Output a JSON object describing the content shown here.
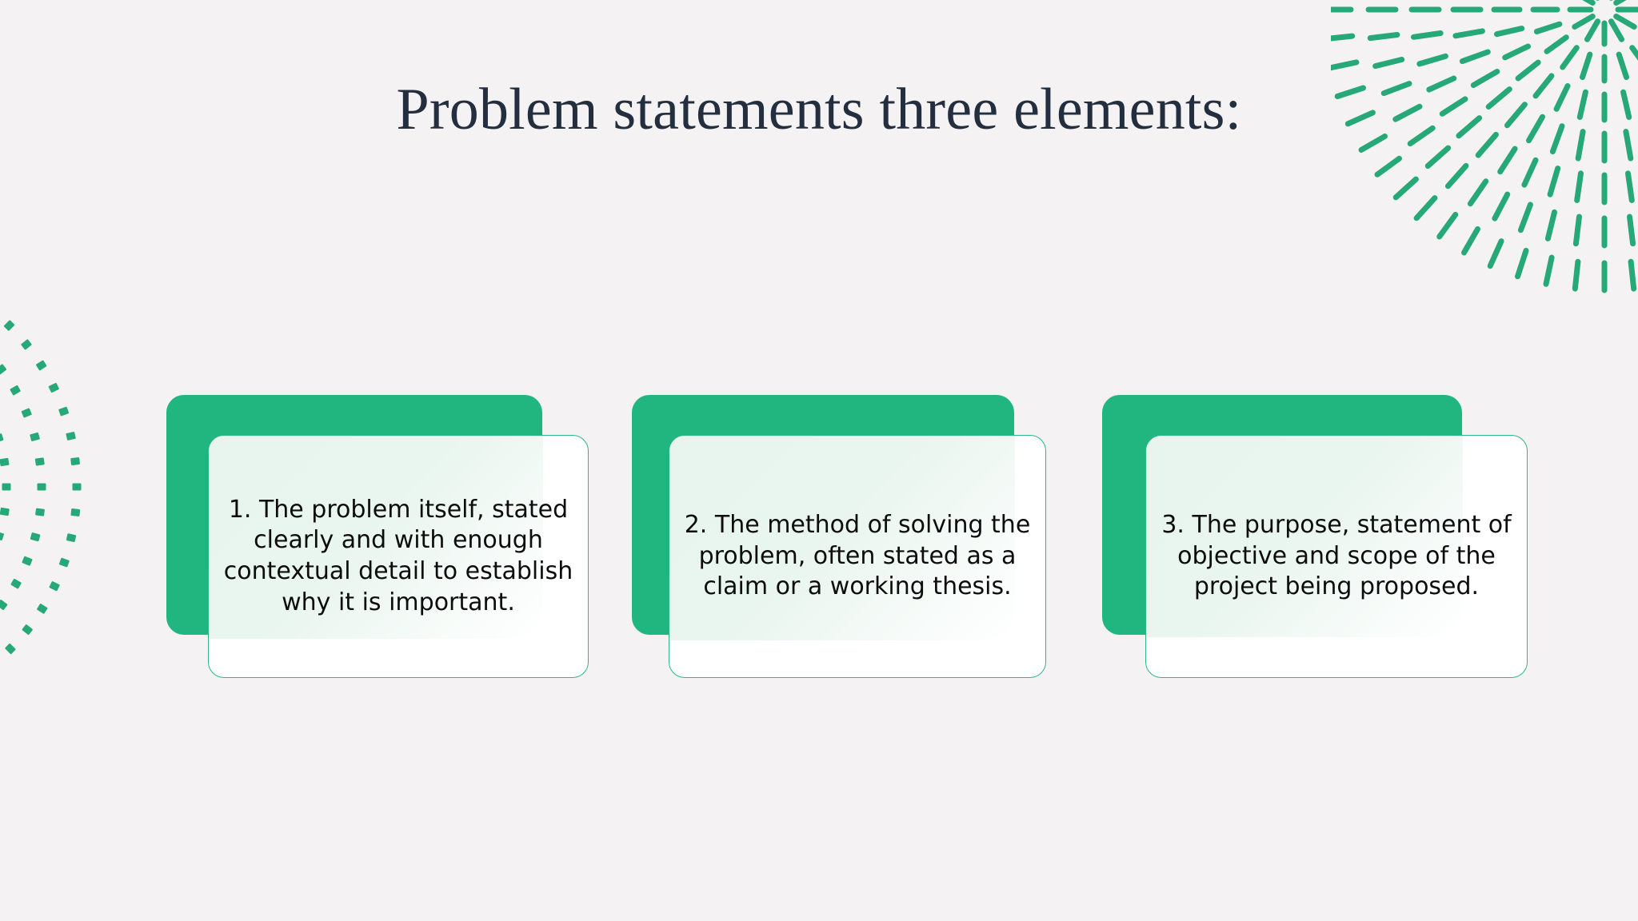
{
  "slide": {
    "title": "Problem statements three elements:",
    "background_color": "#f5f2f4",
    "title_color": "#232f3e",
    "accent_green": "#21b680",
    "card_border_green": "#2bb789",
    "card_wash_green": "#e8f4ee",
    "body_text_color": "#0d0d0d"
  },
  "decorations": [
    {
      "name": "radial-burst-top-right",
      "style": "dashes",
      "color": "#27a877",
      "position": "top-right"
    },
    {
      "name": "radial-dots-bottom-left",
      "style": "squares",
      "color": "#27a877",
      "position": "left"
    }
  ],
  "cards": [
    {
      "id": "card-1",
      "text": "1. The problem itself, stated clearly and with enough contextual detail to establish why it is important."
    },
    {
      "id": "card-2",
      "text": "2. The method of solving the problem, often stated as a claim or a working thesis."
    },
    {
      "id": "card-3",
      "text": "3. The purpose, statement of objective and scope of the project being proposed."
    }
  ]
}
